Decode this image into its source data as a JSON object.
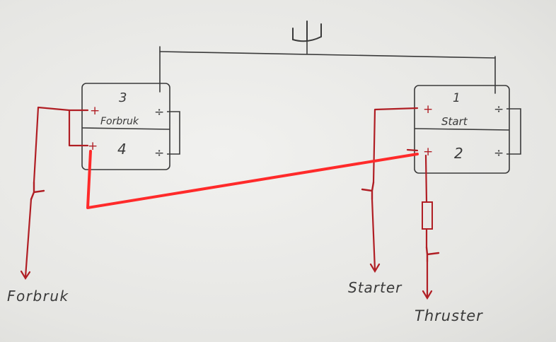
{
  "symbols": {
    "ground": "ground-fork-icon",
    "positive": "+",
    "negative": "÷"
  },
  "battery_left_top": {
    "number": "3",
    "label": "Forbruk",
    "positive": "+",
    "negative": "÷"
  },
  "battery_left_bottom": {
    "number": "4",
    "positive": "+",
    "negative": "÷"
  },
  "battery_right_top": {
    "number": "1",
    "label": "Start",
    "positive": "+",
    "negative": "÷"
  },
  "battery_right_bottom": {
    "number": "2",
    "positive": "+",
    "negative": "÷"
  },
  "outputs": {
    "forbruk": "Forbruk",
    "starter": "Starter",
    "thruster": "Thruster"
  },
  "colors": {
    "paper": "#ececea",
    "black_ink": "#3a3a3a",
    "red_ink": "#b01e24",
    "highlight_red": "#ff2a2a"
  }
}
